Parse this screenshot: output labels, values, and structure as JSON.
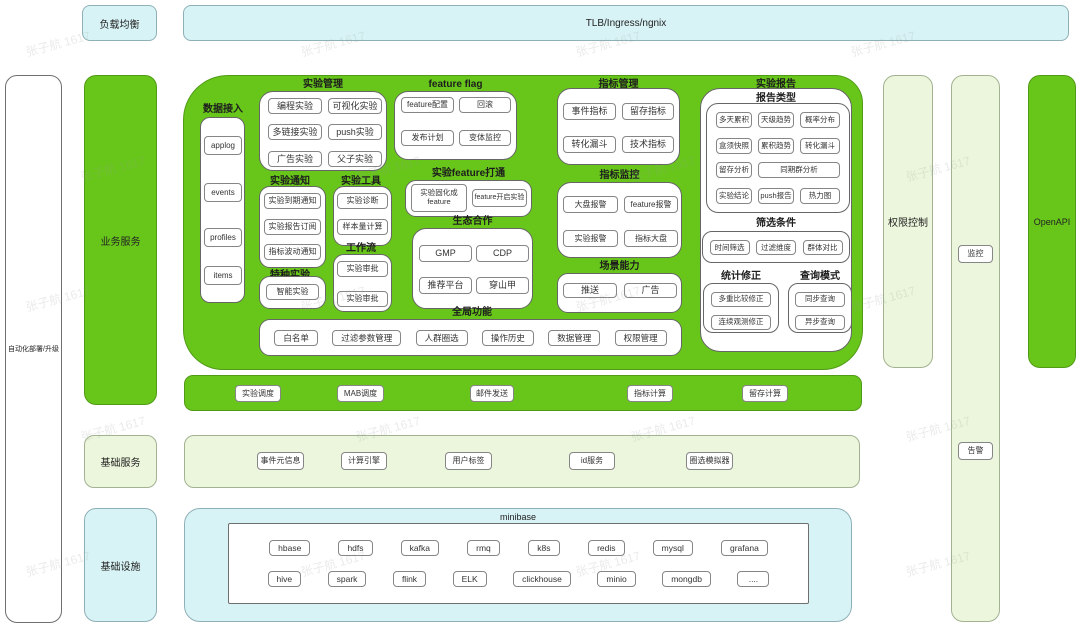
{
  "watermark": "张子航 1617",
  "top": {
    "load_balancer": "负载均衡",
    "gateway": "TLB/Ingress/ngnix"
  },
  "columns": {
    "autodeploy": "自动化部署/升级",
    "biz_service": "业务服务",
    "base_service": "基础服务",
    "infrastructure": "基础设施",
    "permission": "权限控制",
    "monitor": "监控",
    "alert": "告警",
    "openapi": "OpenAPI"
  },
  "sections": {
    "data_access": {
      "label": "数据接入",
      "items": [
        "applog",
        "events",
        "profiles",
        "items"
      ]
    },
    "exp_mgmt": {
      "label": "实验管理",
      "items": [
        "编程实验",
        "可视化实验",
        "多链接实验",
        "push实验",
        "广告实验",
        "父子实验"
      ]
    },
    "feature_flag": {
      "label": "feature flag",
      "items": [
        "feature配置",
        "回滚",
        "发布计划",
        "变体监控"
      ]
    },
    "exp_notice": {
      "label": "实验通知",
      "items": [
        "实验到期通知",
        "实验报告订阅",
        "指标波动通知"
      ]
    },
    "exp_tools": {
      "label": "实验工具",
      "items": [
        "实验诊断",
        "样本量计算"
      ]
    },
    "workflow": {
      "label": "工作流",
      "items": [
        "实验审批",
        "实验审批"
      ]
    },
    "special_exp": {
      "label": "特种实验",
      "items": [
        "智能实验"
      ]
    },
    "feature_bridge": {
      "label": "实验feature打通",
      "items": [
        "实验固化成feature",
        "feature开启实验"
      ]
    },
    "ecosystem": {
      "label": "生态合作",
      "items": [
        "GMP",
        "CDP",
        "推荐平台",
        "穿山甲"
      ]
    },
    "global_func": {
      "label": "全局功能",
      "items": [
        "白名单",
        "过滤参数管理",
        "人群圈选",
        "操作历史",
        "数据管理",
        "权限管理"
      ]
    },
    "metric_mgmt": {
      "label": "指标管理",
      "items": [
        "事件指标",
        "留存指标",
        "转化漏斗",
        "技术指标"
      ]
    },
    "metric_monitor": {
      "label": "指标监控",
      "items": [
        "大盘报警",
        "feature报警",
        "实验报警",
        "指标大盘"
      ]
    },
    "scene": {
      "label": "场景能力",
      "items": [
        "推送",
        "广告"
      ]
    },
    "exp_report": {
      "label": "实验报告",
      "report_type": {
        "label": "报告类型",
        "items": [
          "多天累积",
          "天级趋势",
          "概率分布",
          "盒须快照",
          "累积趋势",
          "转化漏斗",
          "留存分析",
          "同期群分析",
          "实验结论",
          "push报告",
          "热力图"
        ]
      },
      "filter": {
        "label": "筛选条件",
        "items": [
          "时间筛选",
          "过滤维度",
          "群体对比"
        ]
      },
      "stat_fix": {
        "label": "统计修正",
        "items": [
          "多重比较修正",
          "连续观测修正"
        ]
      },
      "query_mode": {
        "label": "查询模式",
        "items": [
          "同步查询",
          "异步查询"
        ]
      }
    }
  },
  "schedule_bar": {
    "items": [
      "实验调度",
      "MAB调度",
      "邮件发送",
      "指标计算",
      "留存计算"
    ]
  },
  "base_bar": {
    "items": [
      "事件元信息",
      "计算引擎",
      "用户标签",
      "id服务",
      "圈选模拟器"
    ]
  },
  "minibase": {
    "label": "minibase",
    "row1": [
      "hbase",
      "hdfs",
      "kafka",
      "rmq",
      "k8s",
      "redis",
      "mysql",
      "grafana"
    ],
    "row2": [
      "hive",
      "spark",
      "flink",
      "ELK",
      "clickhouse",
      "minio",
      "mongdb",
      "...."
    ]
  },
  "colors": {
    "bright_green": "#68c61b",
    "pale_green": "#ecf6dc",
    "cyan": "#d8f3f6"
  }
}
